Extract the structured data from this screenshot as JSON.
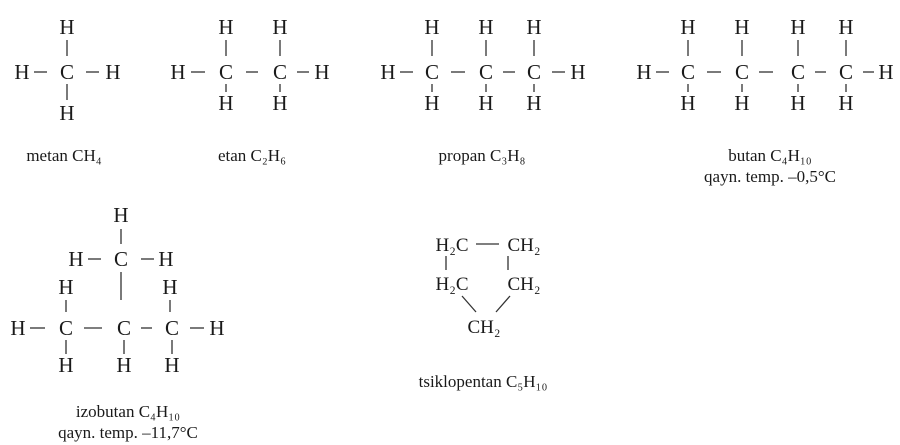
{
  "atoms": {
    "hydrogen": "H",
    "carbon": "C",
    "ch2": "CH₂",
    "h2c": "H₂C"
  },
  "captions": {
    "metan": "metan CH₄",
    "etan": "etan C₂H₆",
    "propan": "propan C₃H₈",
    "butan_name": "butan C₄H₁₀",
    "butan_temp": "qayn. temp. –0,5°C",
    "izobutan_name": "izobutan C₄H₁₀",
    "izobutan_temp": "qayn. temp. –11,7°C",
    "tsiklopentan": "tsiklopentan C₅H₁₀"
  },
  "colors": {
    "text": "#1a1a1a",
    "bond": "#333333",
    "background": "#ffffff"
  }
}
